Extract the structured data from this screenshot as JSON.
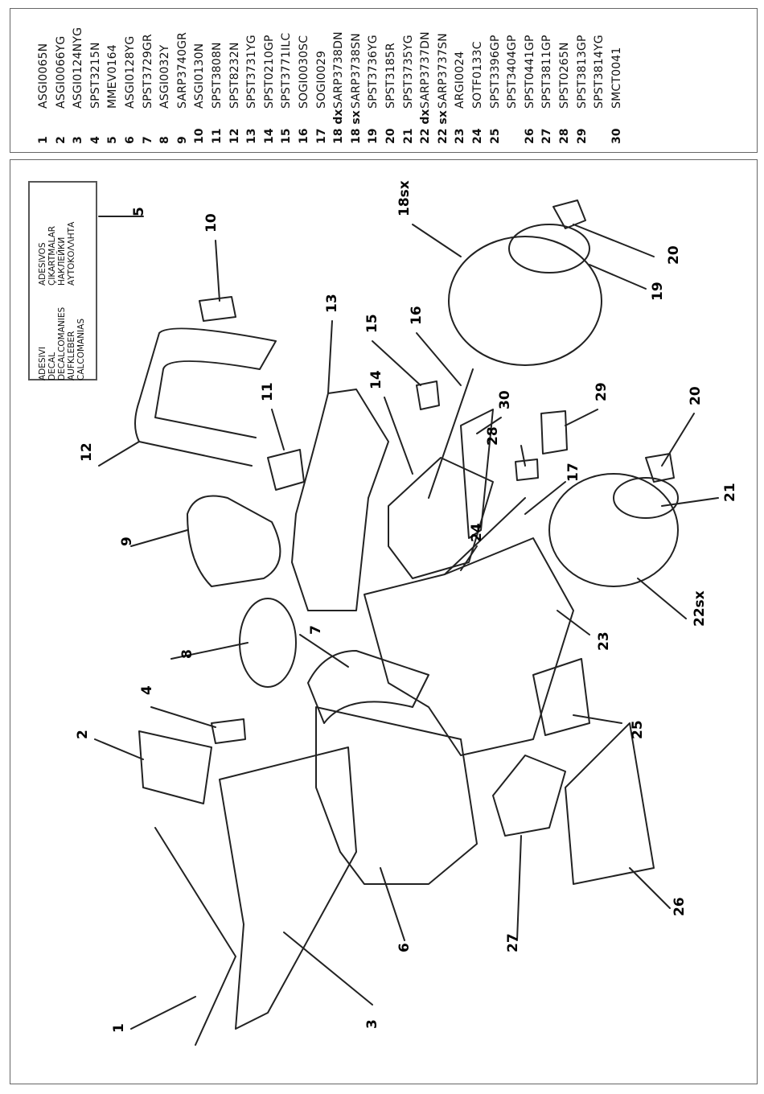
{
  "parts": [
    {
      "num": "1",
      "code": "ASGI0065N"
    },
    {
      "num": "2",
      "code": "ASGI0066YG"
    },
    {
      "num": "3",
      "code": "ASGI0124NYG"
    },
    {
      "num": "4",
      "code": "SPST3215N"
    },
    {
      "num": "5",
      "code": "MMEV0164"
    },
    {
      "num": "6",
      "code": "ASGI0128YG"
    },
    {
      "num": "7",
      "code": "SPST3729GR"
    },
    {
      "num": "8",
      "code": "ASGI0032Y"
    },
    {
      "num": "9",
      "code": "SARP3740GR"
    },
    {
      "num": "10",
      "code": "ASGI0130N"
    },
    {
      "num": "11",
      "code": "SPST3808N"
    },
    {
      "num": "12",
      "code": "SPST8232N"
    },
    {
      "num": "13",
      "code": "SPST3731YG"
    },
    {
      "num": "14",
      "code": "SPST0210GP"
    },
    {
      "num": "15",
      "code": "SPST3771ILC"
    },
    {
      "num": "16",
      "code": "SOGI0030SC"
    },
    {
      "num": "17",
      "code": "SOGI0029"
    },
    {
      "num": "18 dx",
      "code": "SARP3738DN"
    },
    {
      "num": "18 sx",
      "code": "SARP3738SN"
    },
    {
      "num": "19",
      "code": "SPST3736YG"
    },
    {
      "num": "20",
      "code": "SPST3185R"
    },
    {
      "num": "21",
      "code": "SPST3735YG"
    },
    {
      "num": "22 dx",
      "code": "SARP3737DN"
    },
    {
      "num": "22 sx",
      "code": "SARP3737SN"
    },
    {
      "num": "23",
      "code": "ARGI0024"
    },
    {
      "num": "24",
      "code": "SOTF0133C"
    },
    {
      "num": "25",
      "code": "SPST3396GP"
    },
    {
      "num": "",
      "code": "SPST3404GP"
    },
    {
      "num": "26",
      "code": "SPST0441GP"
    },
    {
      "num": "27",
      "code": "SPST3811GP"
    },
    {
      "num": "28",
      "code": "SPST0265N"
    },
    {
      "num": "29",
      "code": "SPST3813GP"
    },
    {
      "num": "",
      "code": "SPST3814YG"
    },
    {
      "num": "30",
      "code": "SMCT0041"
    }
  ],
  "decal_labels": {
    "col1": [
      "ADESIVI",
      "DECAL",
      "DECALCOMANIES",
      "AUFKLEBER",
      "CALCOMANIAS"
    ],
    "col2": [
      "ADESIVOS",
      "ÇIKARTMALAR",
      "НАКЛЕЙКИ",
      "ΑΥΤΟΚΟΛΛΗΤΑ"
    ]
  },
  "callouts": [
    "1",
    "2",
    "3",
    "4",
    "5",
    "6",
    "7",
    "8",
    "9",
    "10",
    "11",
    "12",
    "13",
    "14",
    "15",
    "16",
    "17",
    "18sx",
    "19",
    "20",
    "20",
    "21",
    "22sx",
    "23",
    "24",
    "25",
    "26",
    "27",
    "28",
    "29",
    "30"
  ]
}
